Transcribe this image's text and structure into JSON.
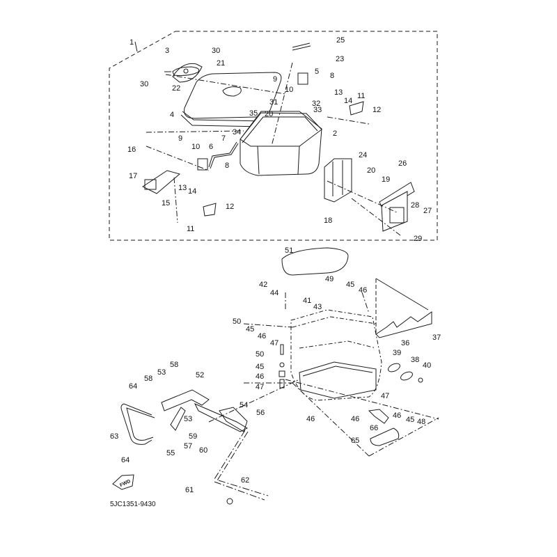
{
  "diagram": {
    "title": "Exploded parts diagram — side case / saddlebag assembly",
    "part_code": "5JC1351-9430",
    "fwd_label": "FWD",
    "colors": {
      "line": "#1a1a1a",
      "background": "#ffffff",
      "fill": "#ffffff"
    },
    "callouts": [
      {
        "id": "c1",
        "text": "1"
      },
      {
        "id": "c3",
        "text": "3"
      },
      {
        "id": "c30a",
        "text": "30"
      },
      {
        "id": "c21",
        "text": "21"
      },
      {
        "id": "c30b",
        "text": "30"
      },
      {
        "id": "c22",
        "text": "22"
      },
      {
        "id": "c4",
        "text": "4"
      },
      {
        "id": "c25",
        "text": "25"
      },
      {
        "id": "c23",
        "text": "23"
      },
      {
        "id": "c9a",
        "text": "9"
      },
      {
        "id": "c10a",
        "text": "10"
      },
      {
        "id": "c5",
        "text": "5"
      },
      {
        "id": "c8a",
        "text": "8"
      },
      {
        "id": "c13a",
        "text": "13"
      },
      {
        "id": "c14a",
        "text": "14"
      },
      {
        "id": "c11a",
        "text": "11"
      },
      {
        "id": "c12a",
        "text": "12"
      },
      {
        "id": "c31",
        "text": "31"
      },
      {
        "id": "c32",
        "text": "32"
      },
      {
        "id": "c33",
        "text": "33"
      },
      {
        "id": "c35",
        "text": "35"
      },
      {
        "id": "c20a",
        "text": "20"
      },
      {
        "id": "c34",
        "text": "34"
      },
      {
        "id": "c2",
        "text": "2"
      },
      {
        "id": "c9b",
        "text": "9"
      },
      {
        "id": "c10b",
        "text": "10"
      },
      {
        "id": "c7",
        "text": "7"
      },
      {
        "id": "c6",
        "text": "6"
      },
      {
        "id": "c8b",
        "text": "8"
      },
      {
        "id": "c16",
        "text": "16"
      },
      {
        "id": "c17",
        "text": "17"
      },
      {
        "id": "c15",
        "text": "15"
      },
      {
        "id": "c13b",
        "text": "13"
      },
      {
        "id": "c14b",
        "text": "14"
      },
      {
        "id": "c11b",
        "text": "11"
      },
      {
        "id": "c12b",
        "text": "12"
      },
      {
        "id": "c24",
        "text": "24"
      },
      {
        "id": "c20b",
        "text": "20"
      },
      {
        "id": "c19",
        "text": "19"
      },
      {
        "id": "c26",
        "text": "26"
      },
      {
        "id": "c18",
        "text": "18"
      },
      {
        "id": "c28",
        "text": "28"
      },
      {
        "id": "c27",
        "text": "27"
      },
      {
        "id": "c29",
        "text": "29"
      },
      {
        "id": "c51",
        "text": "51"
      },
      {
        "id": "c42",
        "text": "42"
      },
      {
        "id": "c44",
        "text": "44"
      },
      {
        "id": "c41",
        "text": "41"
      },
      {
        "id": "c43",
        "text": "43"
      },
      {
        "id": "c49",
        "text": "49"
      },
      {
        "id": "c45a",
        "text": "45"
      },
      {
        "id": "c46a",
        "text": "46"
      },
      {
        "id": "c50a",
        "text": "50"
      },
      {
        "id": "c45b",
        "text": "45"
      },
      {
        "id": "c46b",
        "text": "46"
      },
      {
        "id": "c47a",
        "text": "47"
      },
      {
        "id": "c50b",
        "text": "50"
      },
      {
        "id": "c45c",
        "text": "45"
      },
      {
        "id": "c46c",
        "text": "46"
      },
      {
        "id": "c47b",
        "text": "47"
      },
      {
        "id": "c36",
        "text": "36"
      },
      {
        "id": "c37",
        "text": "37"
      },
      {
        "id": "c39",
        "text": "39"
      },
      {
        "id": "c38",
        "text": "38"
      },
      {
        "id": "c40",
        "text": "40"
      },
      {
        "id": "c53a",
        "text": "53"
      },
      {
        "id": "c58a",
        "text": "58"
      },
      {
        "id": "c52",
        "text": "52"
      },
      {
        "id": "c58b",
        "text": "58"
      },
      {
        "id": "c64a",
        "text": "64"
      },
      {
        "id": "c54",
        "text": "54"
      },
      {
        "id": "c56",
        "text": "56"
      },
      {
        "id": "c53b",
        "text": "53"
      },
      {
        "id": "c63",
        "text": "63"
      },
      {
        "id": "c59",
        "text": "59"
      },
      {
        "id": "c57",
        "text": "57"
      },
      {
        "id": "c55",
        "text": "55"
      },
      {
        "id": "c60",
        "text": "60"
      },
      {
        "id": "c64b",
        "text": "64"
      },
      {
        "id": "c46d",
        "text": "46"
      },
      {
        "id": "c46e",
        "text": "46"
      },
      {
        "id": "c47c",
        "text": "47"
      },
      {
        "id": "c46f",
        "text": "46"
      },
      {
        "id": "c45d",
        "text": "45"
      },
      {
        "id": "c48",
        "text": "48"
      },
      {
        "id": "c66",
        "text": "66"
      },
      {
        "id": "c65",
        "text": "65"
      },
      {
        "id": "c61",
        "text": "61"
      },
      {
        "id": "c62",
        "text": "62"
      }
    ]
  }
}
